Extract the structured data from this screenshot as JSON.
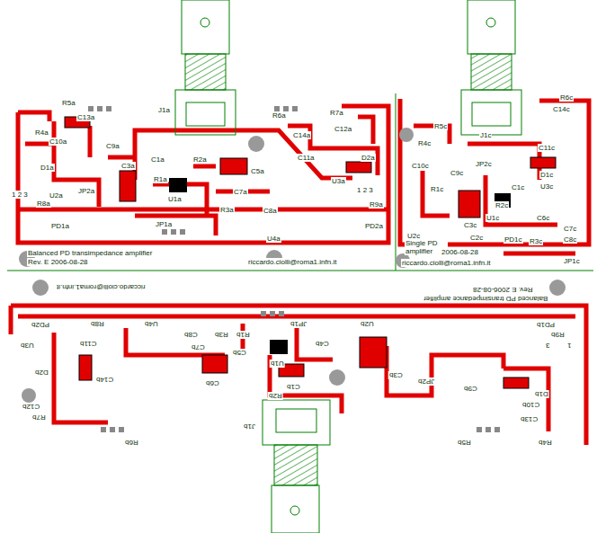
{
  "diagram": {
    "labels": [
      "R5a",
      "C13a",
      "R4a",
      "C10a",
      "C9a",
      "D1a",
      "1 2 3",
      "U2a",
      "JP2a",
      "C3a",
      "C1a",
      "R2a",
      "C5a",
      "R1a",
      "U1a",
      "R3a",
      "C7a",
      "C8a",
      "R6a",
      "R7a",
      "C14a",
      "C12a",
      "C11a",
      "D2a",
      "U3a",
      "1 2 3",
      "R9a",
      "J1a",
      "R8a",
      "PD1a",
      "JP1a",
      "PD2a",
      "U4a",
      "Balanced PD transimpedance amplifier",
      "Rev. E 2006-08-28",
      "riccardo.ciolli@roma1.infn.it",
      "R6c",
      "C14c",
      "R5c",
      "R4c",
      "C10c",
      "J1c",
      "JP2c",
      "C9c",
      "C11c",
      "D1c",
      "U3c",
      "R1c",
      "C3c",
      "C1c",
      "U1c",
      "R2c",
      "C6c",
      "U2c",
      "C2c",
      "PD1c",
      "R3c",
      "C7c",
      "C8c",
      "JP1c",
      "Single PD amplifier",
      "2006-08-28",
      "riccardo.ciolli@roma1.infn.it",
      "riccardo.ciolli@roma1.infn.it",
      "Rev. E 2006-08-28",
      "Balanced PD transimpedance amplifier",
      "PD2b",
      "R8b",
      "U4b",
      "JP1b",
      "U2b",
      "PD1b",
      "R9b",
      "3",
      "1",
      "U3b",
      "C11b",
      "C8b",
      "R3b",
      "R1b",
      "U1b",
      "C7b",
      "C4b",
      "C5b",
      "C6b",
      "C1b",
      "R2b",
      "C3b",
      "JP2b",
      "C14b",
      "D2b",
      "C12b",
      "R7b",
      "R6b",
      "J1b",
      "C9b",
      "D1b",
      "C10b",
      "C13b",
      "R5b",
      "R4b"
    ]
  }
}
